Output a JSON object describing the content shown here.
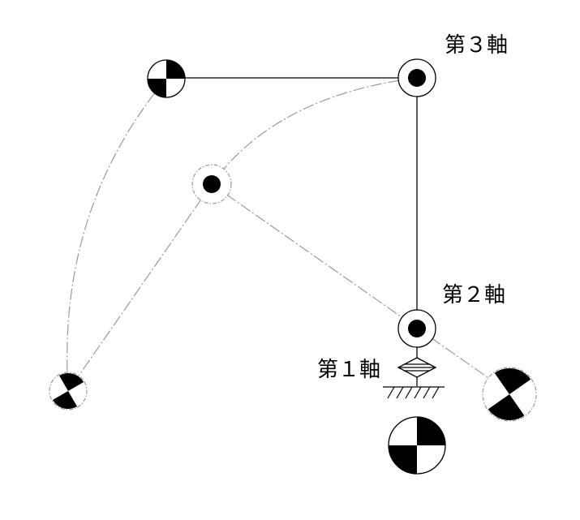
{
  "labels": {
    "axis1": "第１軸",
    "axis2": "第２軸",
    "axis3": "第３軸"
  },
  "colors": {
    "ink": "#000000",
    "ghost": "#9a9a9a",
    "background": "#ffffff"
  }
}
